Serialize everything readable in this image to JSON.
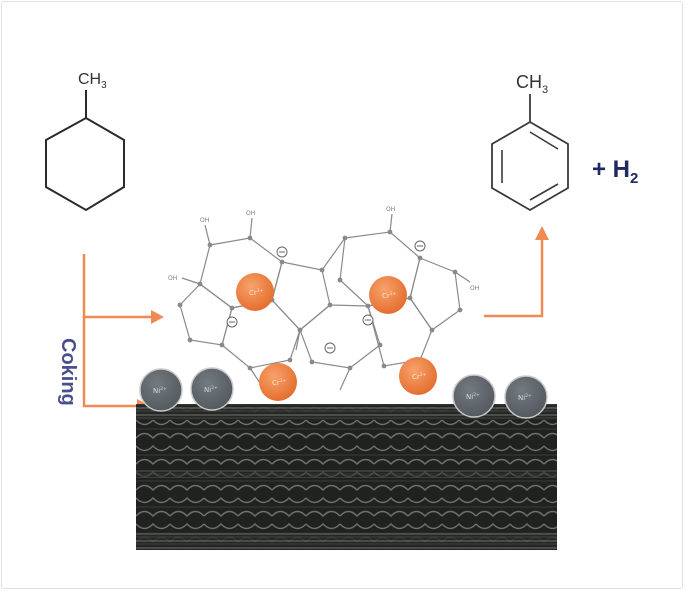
{
  "reactant": {
    "substituent_label": "CH",
    "substituent_sub": "3"
  },
  "product": {
    "substituent_label": "CH",
    "substituent_sub": "3",
    "coproduct_label": "+ H",
    "coproduct_sub": "2"
  },
  "process_label": "Coking",
  "sites": {
    "ni_label": "Ni",
    "ni_charge": "2+",
    "cr_label": "Cr",
    "cr_charge": "3+",
    "hydroxyl_label": "OH"
  },
  "colors": {
    "arrow": "#f08a52",
    "cr_particle": "#f07d3d",
    "ni_particle": "#5e6469",
    "coproduct_text": "#1f2a63",
    "coking_text": "#4a4f8c",
    "framework": "#8a8a8a",
    "support": "#1e1f1e"
  }
}
